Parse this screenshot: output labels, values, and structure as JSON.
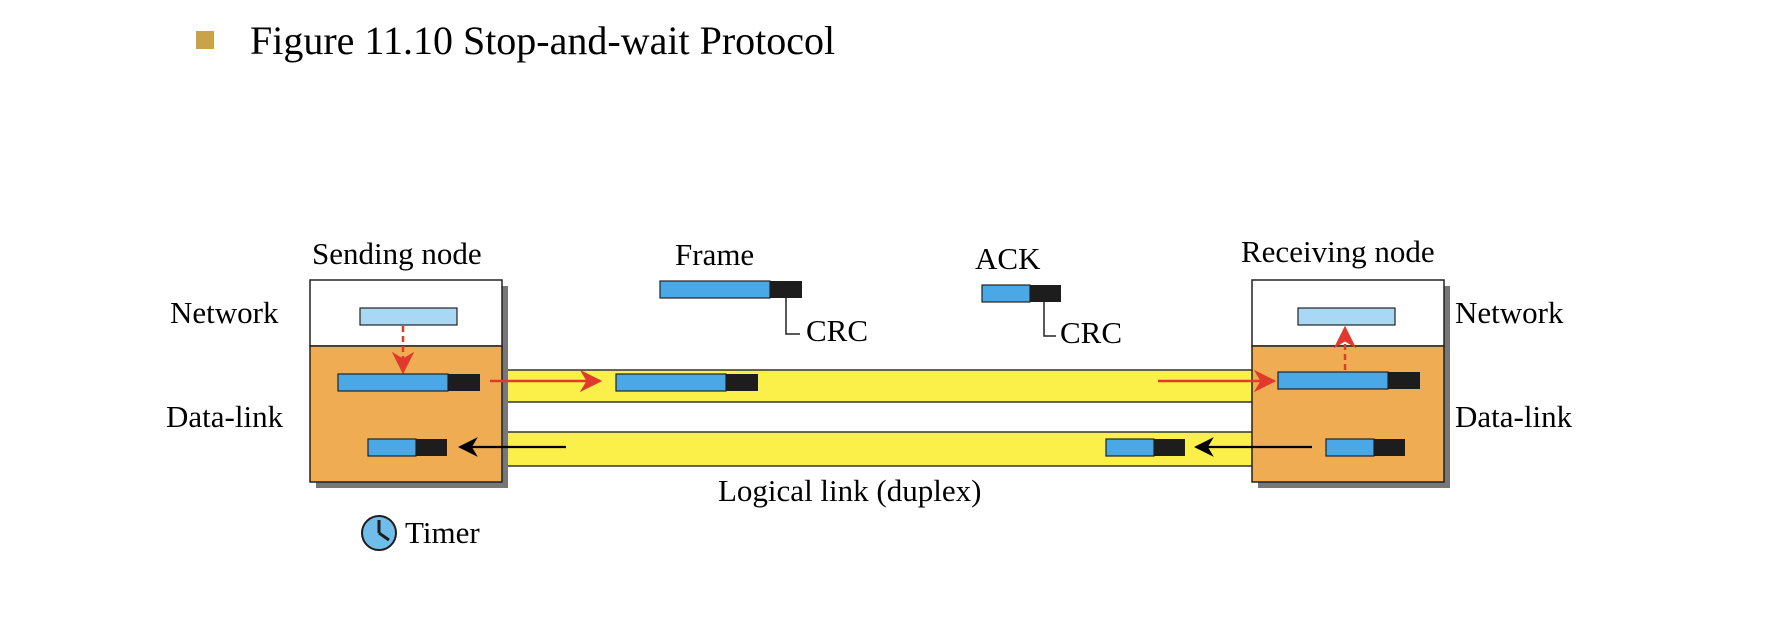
{
  "title": "Figure 11.10  Stop-and-wait Protocol",
  "labels": {
    "sending_node": "Sending node",
    "receiving_node": "Receiving node",
    "network_left": "Network",
    "network_right": "Network",
    "datalink_left": "Data-link",
    "datalink_right": "Data-link",
    "frame": "Frame",
    "ack": "ACK",
    "crc_frame": "CRC",
    "crc_ack": "CRC",
    "logical_link": "Logical link (duplex)",
    "timer": "Timer"
  },
  "colors": {
    "bullet": "#c9a24a",
    "datalink_fill": "#efac52",
    "link_fill": "#fbf04a",
    "packet_blue": "#4aa8e6",
    "packet_light": "#a9d8f5",
    "crc_black": "#1d1d1d",
    "arrow_red": "#e03a2e",
    "arrow_black": "#000000",
    "timer_fill": "#6fbde8"
  }
}
